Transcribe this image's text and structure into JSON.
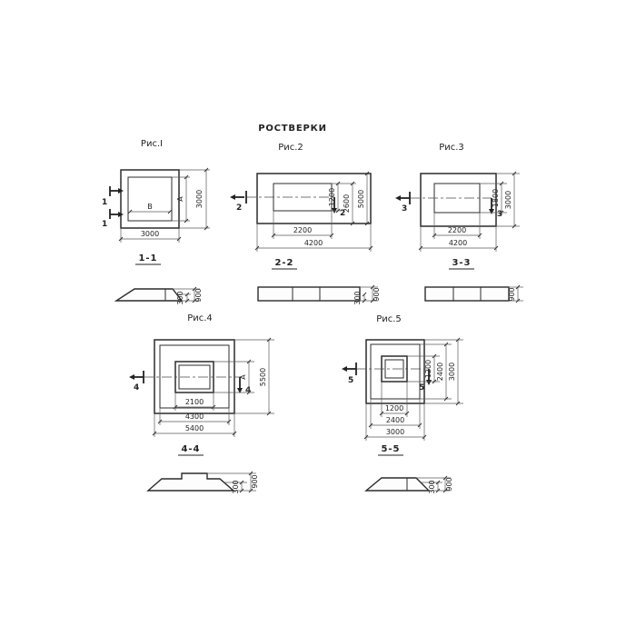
{
  "drawing": {
    "title": "РОСТВЕРКИ",
    "paper_color": "#ffffff",
    "ink_color": "#2b2b2b"
  },
  "figures": [
    {
      "caption": "Рис.I",
      "cut_label": "1",
      "section_title": "1-1",
      "plan_dims": {
        "inner_width": "B",
        "inner_height": "A",
        "outer_width": "3000",
        "outer_height": "3000"
      },
      "section_dims": {
        "toe": "300",
        "height": "900"
      }
    },
    {
      "caption": "Рис.2",
      "cut_label": "2",
      "section_title": "2-2",
      "plan_dims": {
        "inner_width": "2200",
        "outer_width": "4200",
        "inner_height": "1200",
        "mid_height": "2600",
        "outer_height": "5000"
      },
      "section_dims": {
        "toe": "300",
        "height": "900"
      }
    },
    {
      "caption": "Рис.3",
      "cut_label": "3",
      "section_title": "3-3",
      "plan_dims": {
        "inner_width": "2200",
        "outer_width": "4200",
        "inner_height": "1800",
        "outer_height": "3000"
      },
      "section_dims": {
        "height": "900"
      }
    },
    {
      "caption": "Рис.4",
      "cut_label": "4",
      "section_title": "4-4",
      "plan_dims": {
        "inner_width": "2100",
        "mid_width": "4300",
        "outer_width": "5400",
        "inner_height": "A",
        "outer_height": "5500"
      },
      "section_dims": {
        "toe": "300",
        "height": "900"
      }
    },
    {
      "caption": "Рис.5",
      "cut_label": "5",
      "section_title": "5-5",
      "plan_dims": {
        "inner_width": "1200",
        "mid_width": "2400",
        "outer_width": "3000",
        "inner_height": "1200",
        "mid_height": "2400",
        "outer_height": "3000"
      },
      "section_dims": {
        "toe": "300",
        "height": "900"
      }
    }
  ]
}
